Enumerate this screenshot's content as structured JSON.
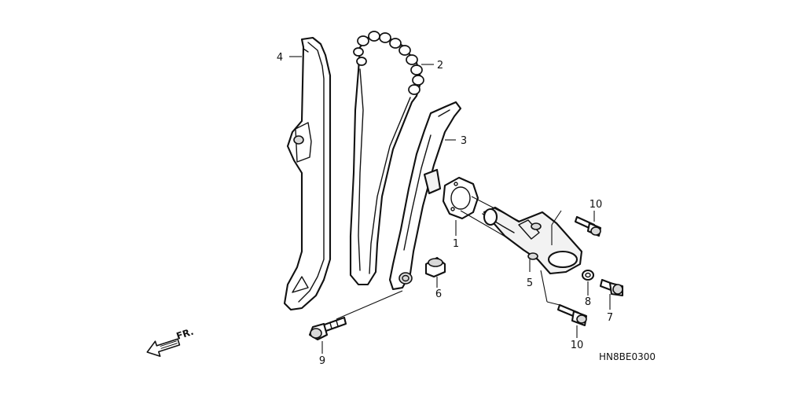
{
  "callouts": {
    "part_1": "1",
    "part_2": "2",
    "part_3": "3",
    "part_4": "4",
    "part_5": "5",
    "part_6": "6",
    "part_7": "7",
    "part_8": "8",
    "part_9": "9",
    "part_10_upper": "10",
    "part_10_lower": "10"
  },
  "direction_indicator": {
    "label": "FR.",
    "icon": "front-direction-arrow-icon"
  },
  "diagram_code": "HN8BE0300"
}
